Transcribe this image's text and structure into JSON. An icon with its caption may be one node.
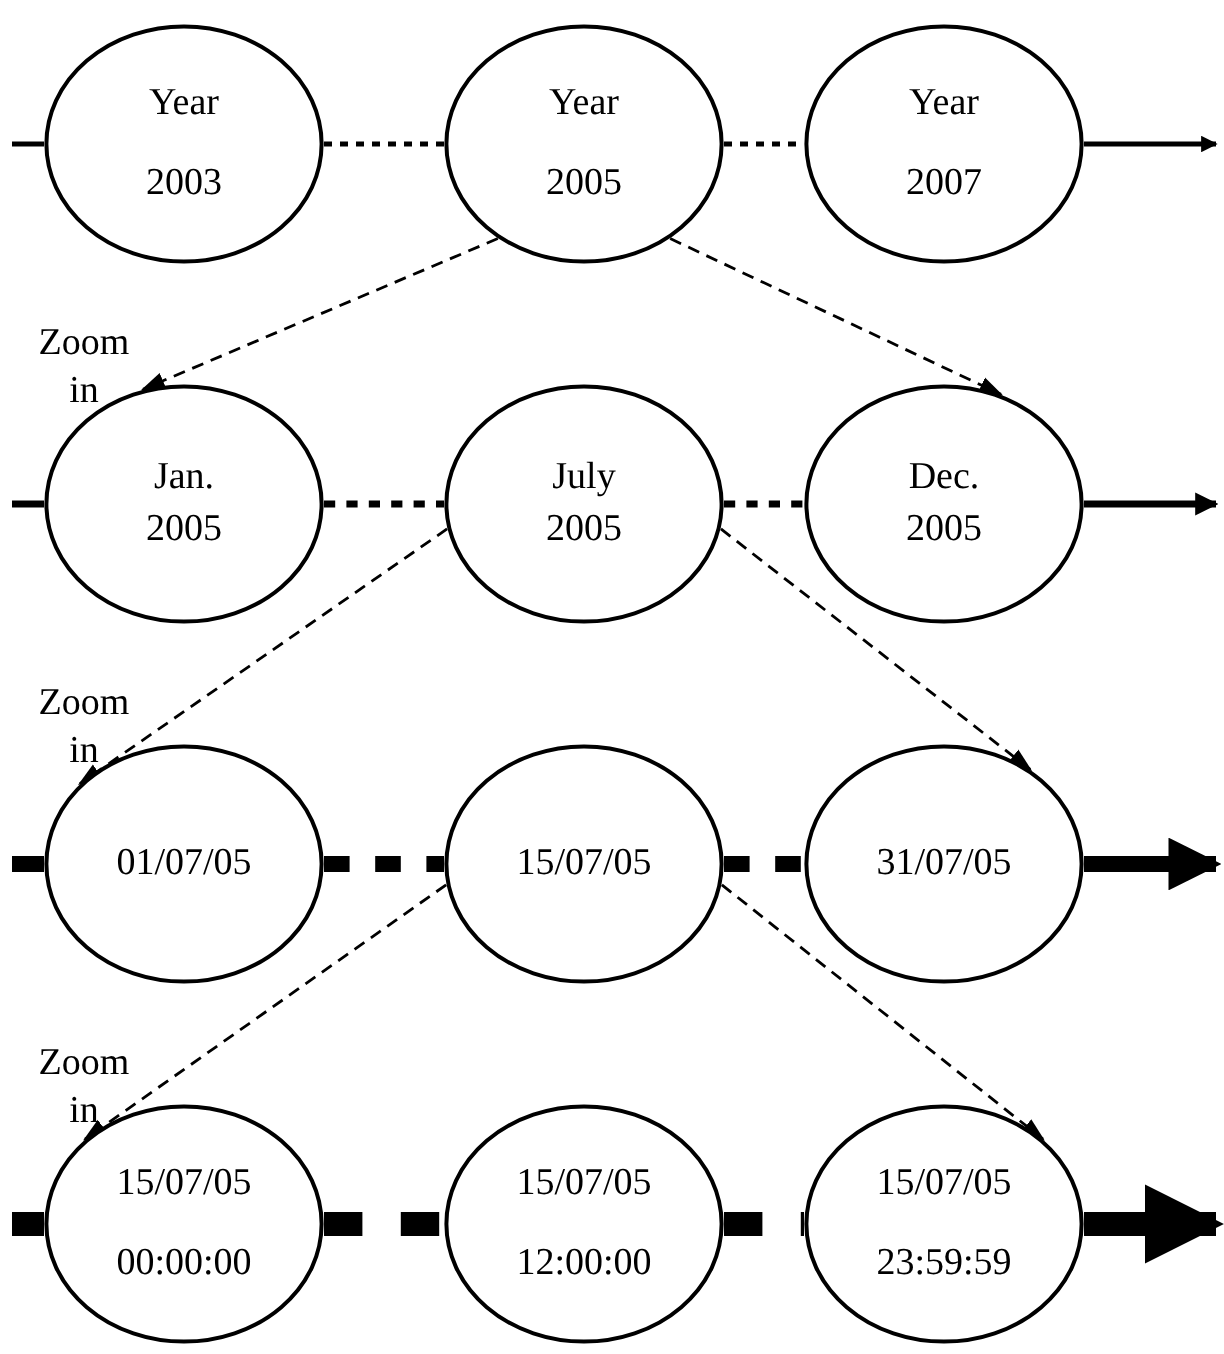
{
  "diagram": {
    "nodes": [
      {
        "text": [
          "Year",
          "2003"
        ]
      },
      {
        "text": [
          "Year",
          "2005"
        ]
      },
      {
        "text": [
          "Year",
          "2007"
        ]
      },
      {
        "text": [
          "Jan.",
          "2005"
        ]
      },
      {
        "text": [
          "July",
          "2005"
        ]
      },
      {
        "text": [
          "Dec.",
          "2005"
        ]
      },
      {
        "text": [
          "01/07/05"
        ]
      },
      {
        "text": [
          "15/07/05"
        ]
      },
      {
        "text": [
          "31/07/05"
        ]
      },
      {
        "text": [
          "15/07/05",
          "00:00:00"
        ]
      },
      {
        "text": [
          "15/07/05",
          "12:00:00"
        ]
      },
      {
        "text": [
          "15/07/05",
          "23:59:59"
        ]
      }
    ],
    "edges": [
      {
        "from": null,
        "to": 0,
        "arrow": "none"
      },
      {
        "from": 0,
        "to": 1,
        "arrow": "none",
        "style": "dashed"
      },
      {
        "from": 1,
        "to": 2,
        "arrow": "none",
        "style": "dashed"
      },
      {
        "from": 2,
        "to": null,
        "arrow": "to"
      },
      {
        "from": 1,
        "to": 3,
        "arrow": "to",
        "style": "dashed"
      },
      {
        "from": 1,
        "to": 5,
        "arrow": "to",
        "style": "dashed"
      },
      {
        "from": null,
        "to": 3,
        "arrow": "none"
      },
      {
        "from": 3,
        "to": 4,
        "arrow": "none",
        "style": "dashed"
      },
      {
        "from": 4,
        "to": 5,
        "arrow": "none",
        "style": "dashed"
      },
      {
        "from": 5,
        "to": null,
        "arrow": "to"
      },
      {
        "from": 4,
        "to": 6,
        "arrow": "to",
        "style": "dashed"
      },
      {
        "from": 4,
        "to": 8,
        "arrow": "to",
        "style": "dashed"
      },
      {
        "from": null,
        "to": 6,
        "arrow": "none",
        "style": "thick"
      },
      {
        "from": 6,
        "to": 7,
        "arrow": "none",
        "style": "dashed"
      },
      {
        "from": 7,
        "to": 8,
        "arrow": "none",
        "style": "dashed"
      },
      {
        "from": 8,
        "to": null,
        "arrow": "to",
        "style": "thick"
      },
      {
        "from": 7,
        "to": 9,
        "arrow": "to",
        "style": "dashed"
      },
      {
        "from": 7,
        "to": 11,
        "arrow": "to",
        "style": "dashed"
      },
      {
        "from": null,
        "to": 9,
        "arrow": "none",
        "style": "thick"
      },
      {
        "from": 9,
        "to": 10,
        "arrow": "none",
        "style": "dashed"
      },
      {
        "from": 10,
        "to": 11,
        "arrow": "none",
        "style": "dashed"
      },
      {
        "from": 11,
        "to": null,
        "arrow": "to",
        "style": "thick"
      }
    ],
    "labels": [
      "Zoom in",
      "Zoom in",
      "Zoom in"
    ]
  }
}
